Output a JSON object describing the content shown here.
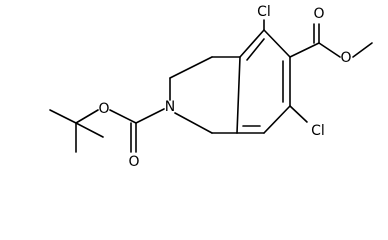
{
  "molecule": {
    "atoms": {
      "chloro_top": "Cl",
      "chloro_right": "Cl",
      "ring_nitrogen": "N",
      "ester_carbonyl_oxygen": "O",
      "ester_ether_oxygen": "O",
      "boc_carbonyl_oxygen": "O",
      "boc_ether_oxygen": "O"
    }
  }
}
